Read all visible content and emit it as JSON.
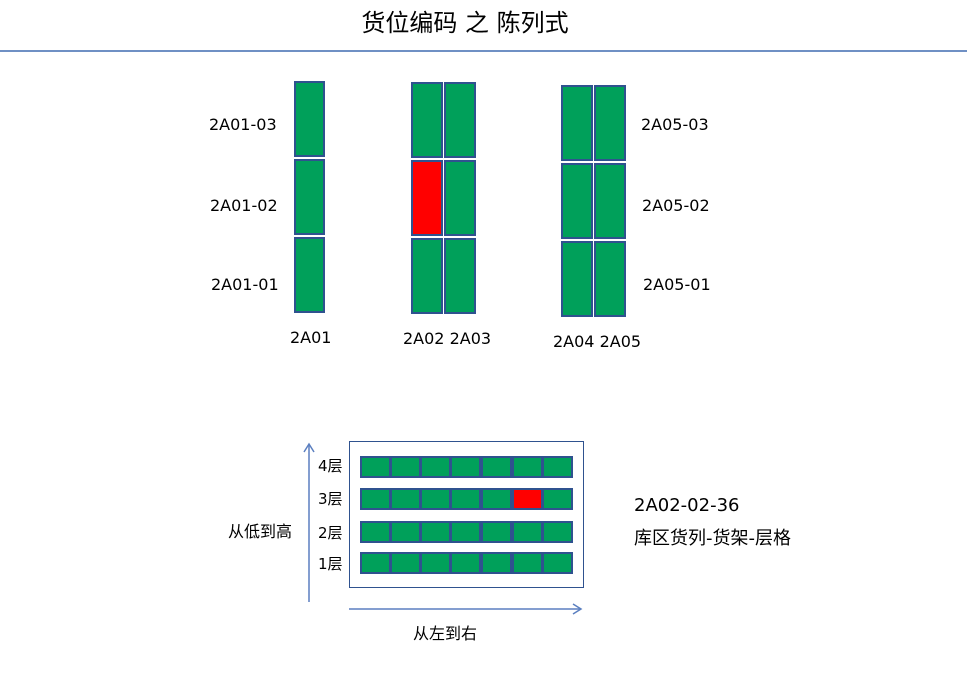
{
  "title": "货位编码 之 陈列式",
  "colors": {
    "free": "#00a05a",
    "highlight": "#ff0000",
    "border": "#2f528f",
    "arrow": "#5b7fc0"
  },
  "top_view": {
    "columns": [
      {
        "code": "2A01",
        "cells": [
          "free",
          "free",
          "free"
        ]
      },
      {
        "code": "2A02",
        "cells": [
          "free",
          "highlight",
          "free"
        ]
      },
      {
        "code": "2A03",
        "cells": [
          "free",
          "free",
          "free"
        ]
      },
      {
        "code": "2A04",
        "cells": [
          "free",
          "free",
          "free"
        ]
      },
      {
        "code": "2A05",
        "cells": [
          "free",
          "free",
          "free"
        ]
      }
    ],
    "left_labels": [
      "2A01-03",
      "2A01-02",
      "2A01-01"
    ],
    "right_labels": [
      "2A05-03",
      "2A05-02",
      "2A05-01"
    ],
    "bottom_labels": {
      "group1": "2A01",
      "group2": "2A02 2A03",
      "group3": "2A04 2A05"
    }
  },
  "shelf_view": {
    "layers": [
      "4层",
      "3层",
      "2层",
      "1层"
    ],
    "cells_per_layer": 7,
    "highlight": {
      "layer": "3层",
      "index": 6
    },
    "vertical_axis_label": "从低到高",
    "horizontal_axis_label": "从左到右"
  },
  "example": {
    "code": "2A02-02-36",
    "format": "库区货列-货架-层格"
  }
}
